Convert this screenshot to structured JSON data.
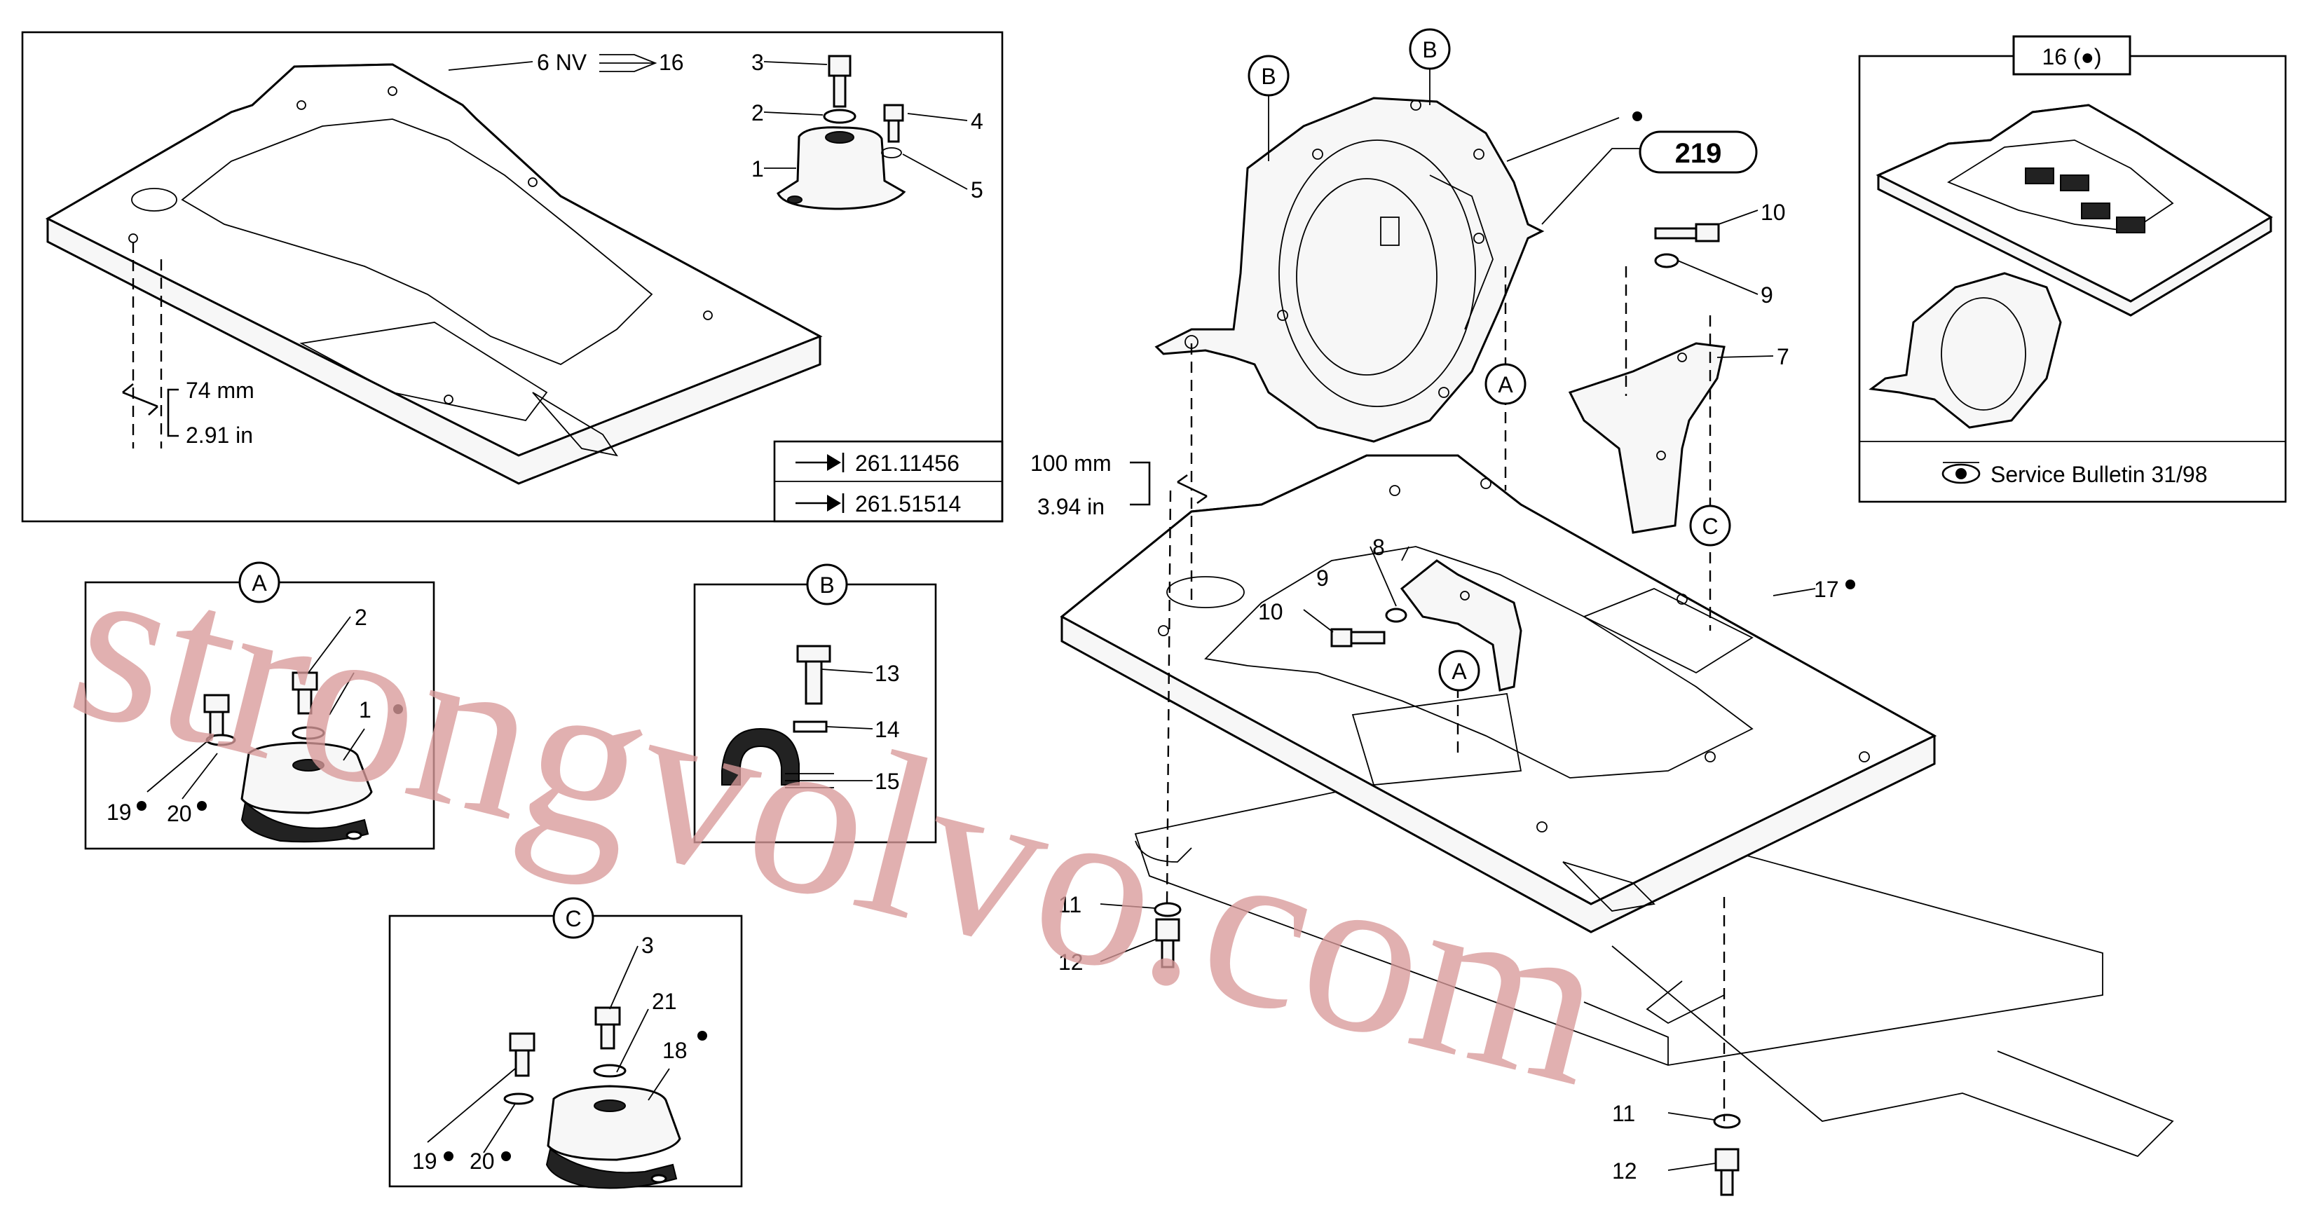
{
  "detail_top_left": {
    "frame_label": "6 NV",
    "frame_label_ref": "16",
    "dim_mm": "74 mm",
    "dim_in": "2.91 in",
    "mount_parts": [
      "3",
      "2",
      "1",
      "4",
      "5"
    ],
    "refs": [
      "261.11456",
      "261.51514"
    ]
  },
  "detail_a": {
    "callout": "A",
    "parts": [
      "2",
      "1",
      "19",
      "20"
    ]
  },
  "detail_b": {
    "callout": "B",
    "parts": [
      "13",
      "14",
      "15"
    ]
  },
  "detail_c": {
    "callout": "C",
    "parts": [
      "3",
      "21",
      "18",
      "19",
      "20"
    ]
  },
  "main": {
    "bell_callouts": [
      "B",
      "B"
    ],
    "ref_badge": "219",
    "dim_mm": "100 mm",
    "dim_in": "3.94 in",
    "callouts": [
      "A",
      "A",
      "C"
    ],
    "parts": [
      "10",
      "9",
      "7",
      "8",
      "9",
      "10",
      "17",
      "11",
      "12",
      "11",
      "12"
    ]
  },
  "variant_box": {
    "title": "16 (●)",
    "service_bulletin": "Service Bulletin 31/98"
  },
  "watermark": "strongvolvo.com"
}
